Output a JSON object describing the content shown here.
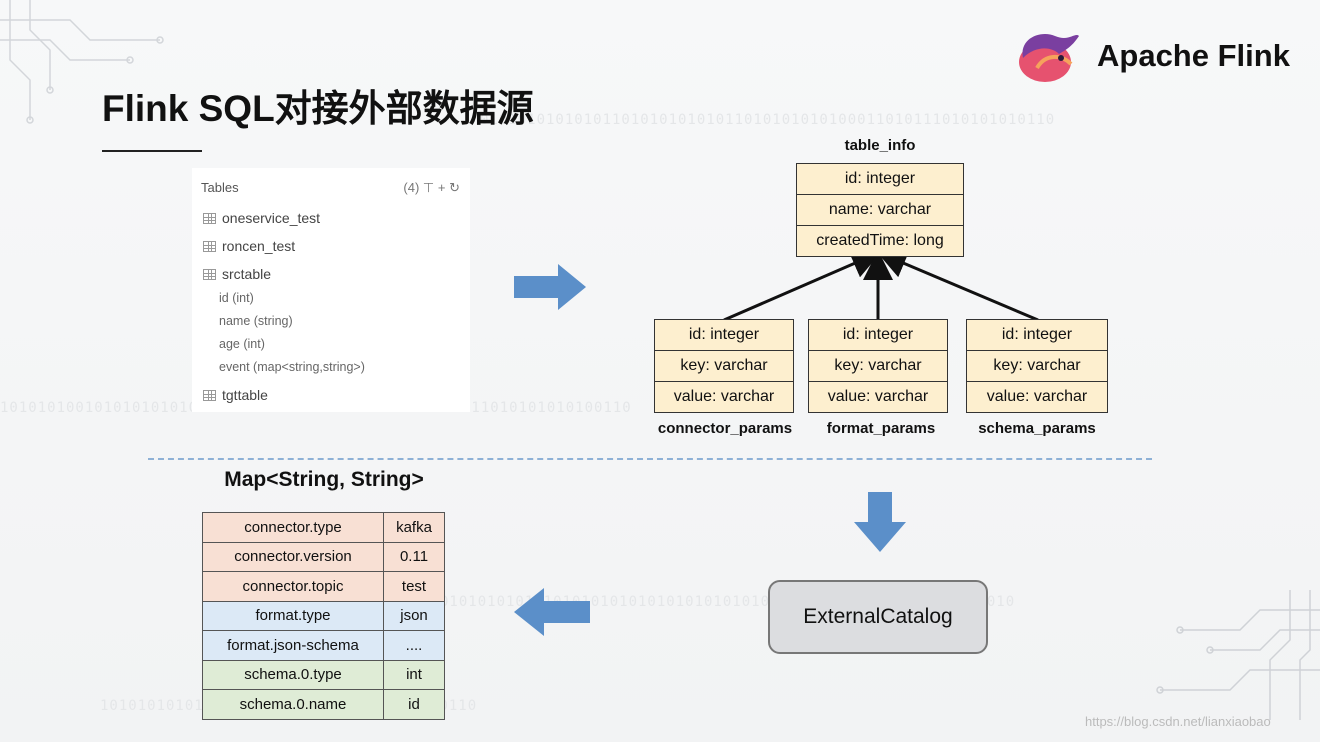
{
  "title": "Flink SQL对接外部数据源",
  "brand": {
    "name": "Apache Flink"
  },
  "tables_panel": {
    "header": "Tables",
    "count": "(4)",
    "tables": [
      {
        "name": "oneservice_test"
      },
      {
        "name": "roncen_test"
      },
      {
        "name": "srctable",
        "columns": [
          "id (int)",
          "name (string)",
          "age (int)",
          "event (map<string,string>)"
        ]
      },
      {
        "name": "tgttable"
      }
    ]
  },
  "er": {
    "table_info": {
      "name": "table_info",
      "fields": [
        "id: integer",
        "name: varchar",
        "createdTime: long"
      ]
    },
    "children": [
      {
        "name": "connector_params",
        "fields": [
          "id: integer",
          "key: varchar",
          "value: varchar"
        ]
      },
      {
        "name": "format_params",
        "fields": [
          "id: integer",
          "key: varchar",
          "value: varchar"
        ]
      },
      {
        "name": "schema_params",
        "fields": [
          "id: integer",
          "key: varchar",
          "value: varchar"
        ]
      }
    ]
  },
  "map": {
    "title": "Map<String, String>",
    "rows": [
      {
        "key": "connector.type",
        "value": "kafka",
        "color": "#f8e0d4"
      },
      {
        "key": "connector.version",
        "value": "0.11",
        "color": "#f8e0d4"
      },
      {
        "key": "connector.topic",
        "value": "test",
        "color": "#f8e0d4"
      },
      {
        "key": "format.type",
        "value": "json",
        "color": "#dce9f6"
      },
      {
        "key": "format.json-schema",
        "value": "....",
        "color": "#dce9f6"
      },
      {
        "key": "schema.0.type",
        "value": "int",
        "color": "#dfecd6"
      },
      {
        "key": "schema.0.name",
        "value": "id",
        "color": "#dfecd6"
      }
    ]
  },
  "catalog": {
    "label": "ExternalCatalog"
  },
  "watermark": "https://blog.csdn.net/lianxiaobao",
  "colors": {
    "arrow": "#5b8fc9",
    "er_fill": "#fdefcf",
    "dashed_divider": "#8eb1d6"
  }
}
